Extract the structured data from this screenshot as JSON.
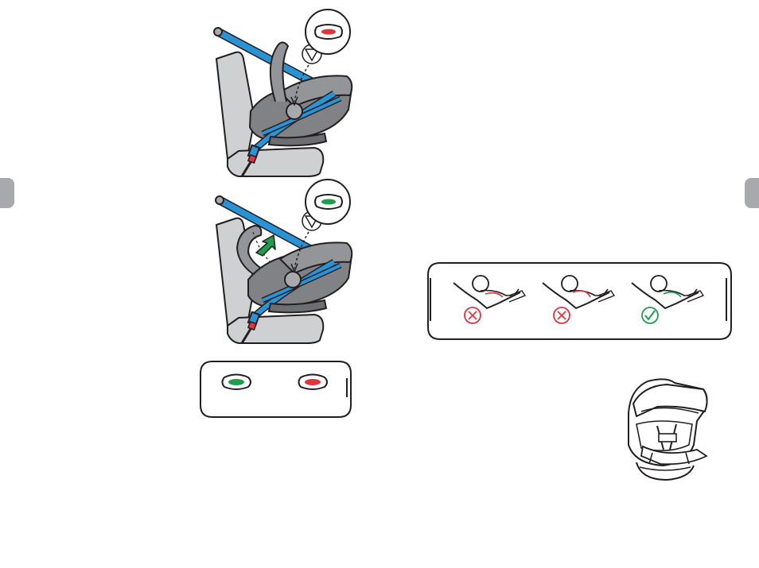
{
  "manual": {
    "side_tab_color": "#a7a9ac",
    "belt_color": "#2a93d5",
    "indicator_colors": {
      "correct": "#1e9e4b",
      "incorrect": "#e2343a"
    },
    "steps": [
      {
        "name": "step-belt-routing",
        "indicator": "incorrect"
      },
      {
        "name": "step-belt-tension",
        "indicator": "correct"
      }
    ],
    "indicator_legend": [
      "correct",
      "incorrect"
    ],
    "recline_examples": [
      "incorrect",
      "incorrect",
      "correct"
    ],
    "icons": [
      "cross-icon",
      "cross-icon",
      "check-icon"
    ]
  }
}
